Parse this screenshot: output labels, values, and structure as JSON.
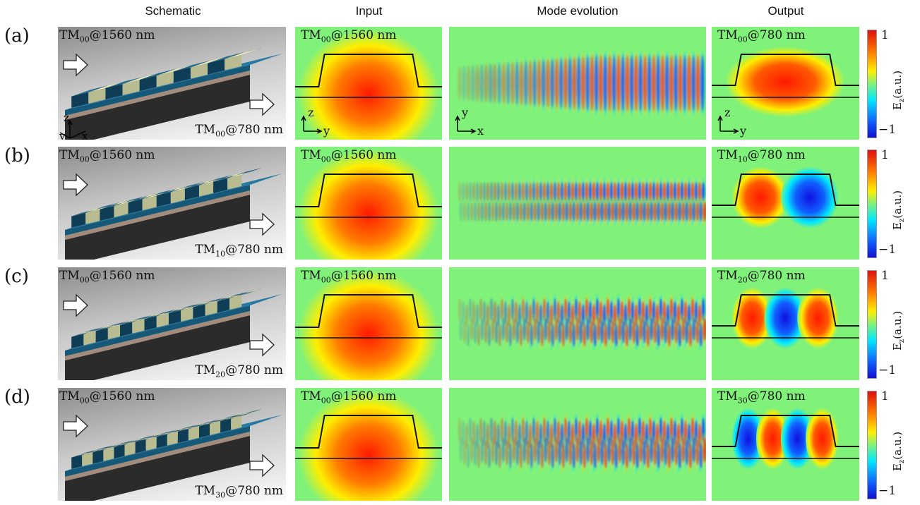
{
  "column_headers": [
    "Schematic",
    "Input",
    "Mode evolution",
    "Output"
  ],
  "colorbar": {
    "max": "1",
    "min": "−1",
    "axis_label_main": "E",
    "axis_label_sub": "z",
    "axis_label_unit": "(a.u.)"
  },
  "axes": {
    "schematic": [
      "z",
      "y",
      "x"
    ],
    "input": [
      "z",
      "y"
    ],
    "evolution": [
      "y",
      "x"
    ],
    "output": [
      "z",
      "y"
    ]
  },
  "colors": {
    "field_bg": "#80f27a",
    "positive": "#e01010",
    "negative": "#1010d0",
    "waveguide_blue": "#1f6d95",
    "waveguide_cream": "#e8ecc0"
  },
  "rows": [
    {
      "label": "(a)",
      "output_mode_order": 0,
      "schematic_in": {
        "m": "TM",
        "s": "00",
        "r": "@1560 nm"
      },
      "schematic_out": {
        "m": "TM",
        "s": "00",
        "r": "@780 nm"
      },
      "input": {
        "m": "TM",
        "s": "00",
        "r": "@1560 nm"
      },
      "output": {
        "m": "TM",
        "s": "00",
        "r": "@780 nm"
      }
    },
    {
      "label": "(b)",
      "output_mode_order": 1,
      "schematic_in": {
        "m": "TM",
        "s": "00",
        "r": "@1560 nm"
      },
      "schematic_out": {
        "m": "TM",
        "s": "10",
        "r": "@780 nm"
      },
      "input": {
        "m": "TM",
        "s": "00",
        "r": "@1560 nm"
      },
      "output": {
        "m": "TM",
        "s": "10",
        "r": "@780 nm"
      }
    },
    {
      "label": "(c)",
      "output_mode_order": 2,
      "schematic_in": {
        "m": "TM",
        "s": "00",
        "r": "@1560 nm"
      },
      "schematic_out": {
        "m": "TM",
        "s": "20",
        "r": "@780 nm"
      },
      "input": {
        "m": "TM",
        "s": "00",
        "r": "@1560 nm"
      },
      "output": {
        "m": "TM",
        "s": "20",
        "r": "@780 nm"
      }
    },
    {
      "label": "(d)",
      "output_mode_order": 3,
      "schematic_in": {
        "m": "TM",
        "s": "00",
        "r": "@1560 nm"
      },
      "schematic_out": {
        "m": "TM",
        "s": "30",
        "r": "@780 nm"
      },
      "input": {
        "m": "TM",
        "s": "00",
        "r": "@1560 nm"
      },
      "output": {
        "m": "TM",
        "s": "30",
        "r": "@780 nm"
      }
    }
  ]
}
